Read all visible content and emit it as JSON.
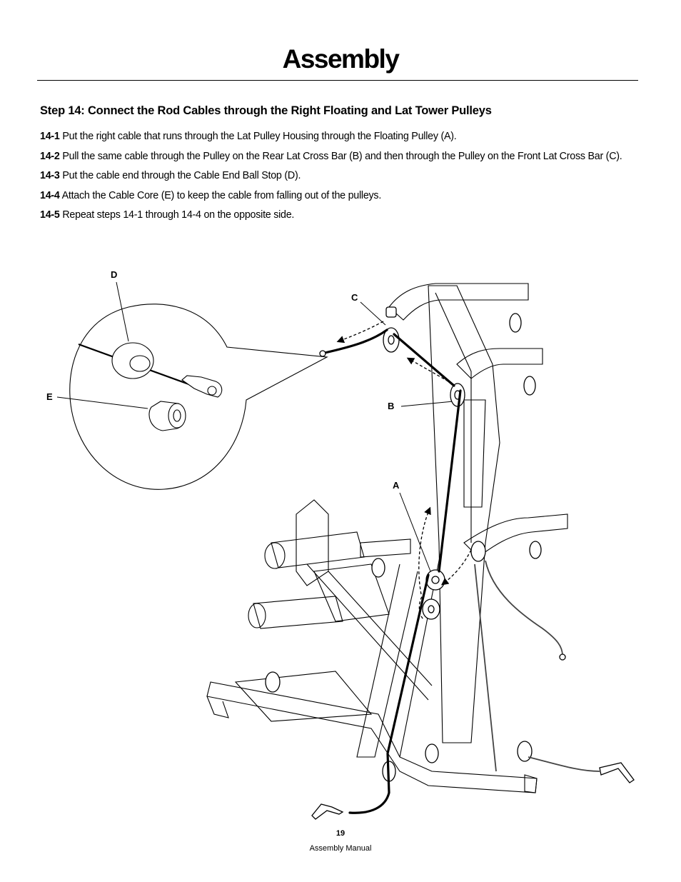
{
  "header": {
    "title": "Assembly"
  },
  "step": {
    "heading": "Step 14: Connect the Rod Cables through the Right Floating and Lat Tower Pulleys",
    "items": [
      {
        "num": "14-1",
        "text": "Put the right cable that runs through the Lat Pulley Housing through the Floating Pulley (A)."
      },
      {
        "num": "14-2",
        "text": "Pull the same cable through the Pulley on the Rear Lat Cross Bar (B) and then through the Pulley on the Front Lat Cross Bar (C)."
      },
      {
        "num": "14-3",
        "text": "Put the cable end through the Cable End Ball Stop (D)."
      },
      {
        "num": "14-4",
        "text": "Attach the Cable Core (E) to keep the cable from falling out of the pulleys."
      },
      {
        "num": "14-5",
        "text": "Repeat steps 14-1 through 14-4 on the opposite side."
      }
    ]
  },
  "figure": {
    "callouts": {
      "a": "A",
      "b": "B",
      "c": "C",
      "d": "D",
      "e": "E"
    }
  },
  "footer": {
    "page_number": "19",
    "label": "Assembly Manual"
  }
}
